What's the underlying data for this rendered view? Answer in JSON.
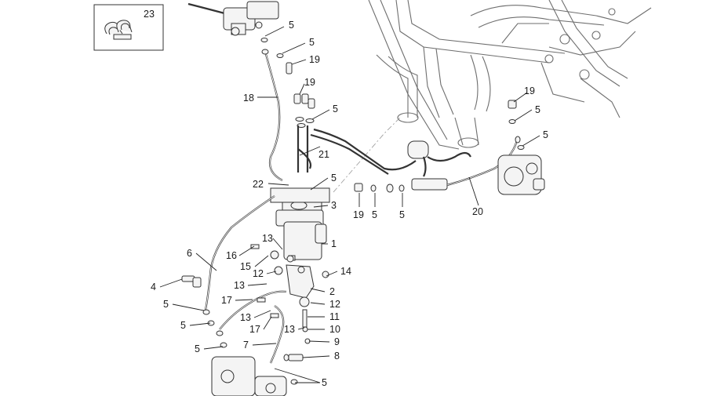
{
  "callouts": [
    {
      "id": "c23",
      "text": "23"
    },
    {
      "id": "c5a",
      "text": "5"
    },
    {
      "id": "c5b",
      "text": "5"
    },
    {
      "id": "c19a",
      "text": "19"
    },
    {
      "id": "c19b",
      "text": "19"
    },
    {
      "id": "c18",
      "text": "18"
    },
    {
      "id": "c5c",
      "text": "5"
    },
    {
      "id": "c21",
      "text": "21"
    },
    {
      "id": "c5d",
      "text": "5"
    },
    {
      "id": "c22",
      "text": "22"
    },
    {
      "id": "c3",
      "text": "3"
    },
    {
      "id": "c1",
      "text": "1"
    },
    {
      "id": "c6",
      "text": "6"
    },
    {
      "id": "c16",
      "text": "16"
    },
    {
      "id": "c13a",
      "text": "13"
    },
    {
      "id": "c15",
      "text": "15"
    },
    {
      "id": "c12a",
      "text": "12"
    },
    {
      "id": "c14",
      "text": "14"
    },
    {
      "id": "c4",
      "text": "4"
    },
    {
      "id": "c13b",
      "text": "13"
    },
    {
      "id": "c2",
      "text": "2"
    },
    {
      "id": "c5e",
      "text": "5"
    },
    {
      "id": "c17a",
      "text": "17"
    },
    {
      "id": "c12b",
      "text": "12"
    },
    {
      "id": "c13c",
      "text": "13"
    },
    {
      "id": "c11",
      "text": "11"
    },
    {
      "id": "c5f",
      "text": "5"
    },
    {
      "id": "c17b",
      "text": "17"
    },
    {
      "id": "c10",
      "text": "10"
    },
    {
      "id": "c13d",
      "text": "13"
    },
    {
      "id": "c7",
      "text": "7"
    },
    {
      "id": "c9",
      "text": "9"
    },
    {
      "id": "c5g",
      "text": "5"
    },
    {
      "id": "c8",
      "text": "8"
    },
    {
      "id": "c5h",
      "text": "5"
    },
    {
      "id": "c19c",
      "text": "19"
    },
    {
      "id": "c5i",
      "text": "5"
    },
    {
      "id": "c5j",
      "text": "5"
    },
    {
      "id": "c20",
      "text": "20"
    },
    {
      "id": "c19d",
      "text": "19"
    },
    {
      "id": "c5k",
      "text": "5"
    },
    {
      "id": "c5l",
      "text": "5"
    }
  ]
}
